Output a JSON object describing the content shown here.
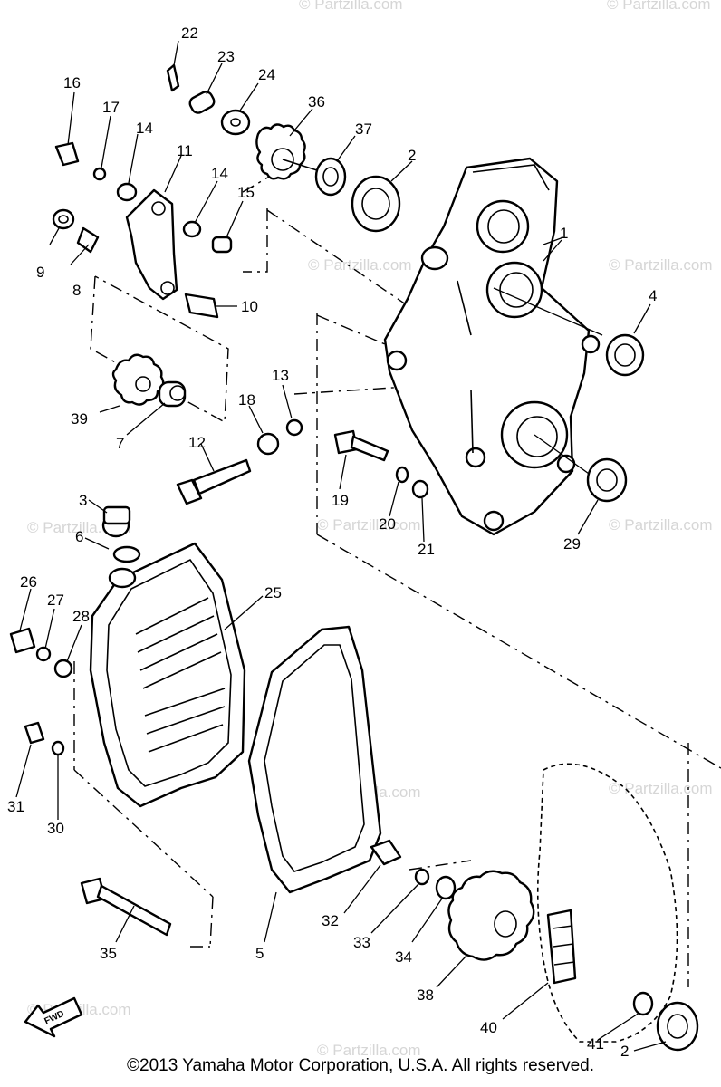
{
  "diagram": {
    "watermark_text": "© Partzilla.com",
    "fwd_label": "FWD",
    "copyright": "©2013  Yamaha Motor Corporation, U.S.A. All rights reserved.",
    "callouts": {
      "p1": "1",
      "p2": "2",
      "p2b": "2",
      "p3": "3",
      "p4": "4",
      "p5": "5",
      "p6": "6",
      "p7": "7",
      "p8": "8",
      "p9": "9",
      "p10": "10",
      "p11": "11",
      "p12": "12",
      "p13": "13",
      "p14a": "14",
      "p14b": "14",
      "p15": "15",
      "p16": "16",
      "p17": "17",
      "p18": "18",
      "p19": "19",
      "p20": "20",
      "p21": "21",
      "p22": "22",
      "p23": "23",
      "p24": "24",
      "p25": "25",
      "p26": "26",
      "p27": "27",
      "p28": "28",
      "p29": "29",
      "p30": "30",
      "p31": "31",
      "p32": "32",
      "p33": "33",
      "p34": "34",
      "p35": "35",
      "p36": "36",
      "p37": "37",
      "p38": "38",
      "p39": "39",
      "p40": "40",
      "p41": "41"
    }
  }
}
